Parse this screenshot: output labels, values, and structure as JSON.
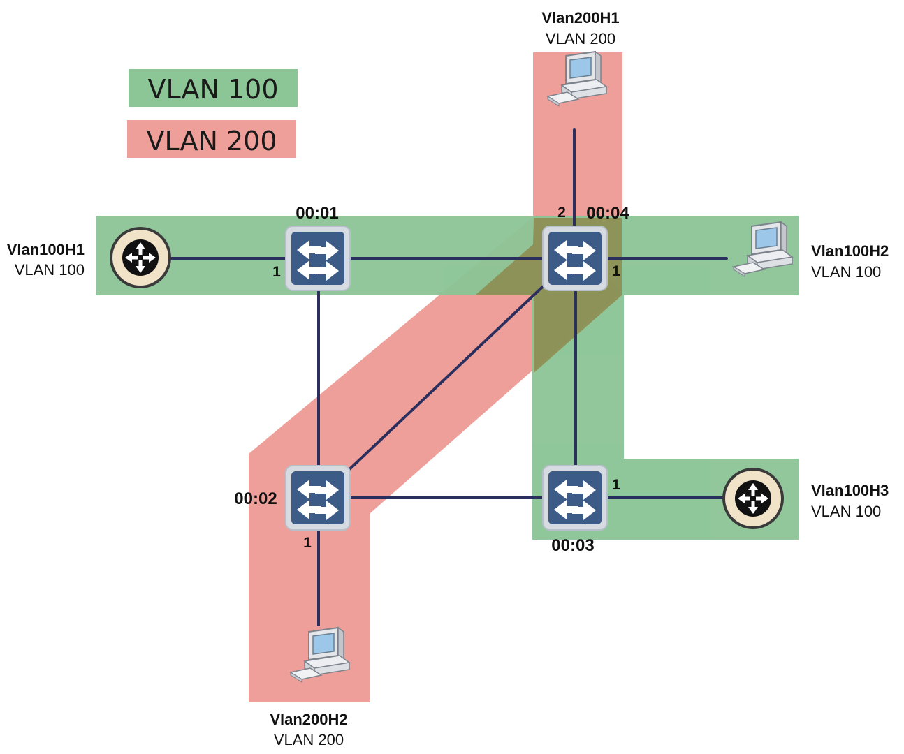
{
  "colors": {
    "vlan100": "#8cc596",
    "vlan200": "#ef9f99",
    "overlap": "#8d8a4e",
    "link": "#2b2f5e",
    "switch_body": "#3c5b87",
    "switch_frame": "#d6dbe2"
  },
  "legend": {
    "vlan100": "VLAN 100",
    "vlan200": "VLAN 200"
  },
  "hosts": {
    "vlan200h1": {
      "name": "Vlan200H1",
      "vlan": "VLAN 200",
      "icon": "computer-icon"
    },
    "vlan100h1": {
      "name": "Vlan100H1",
      "vlan": "VLAN 100",
      "icon": "router-icon"
    },
    "vlan100h2": {
      "name": "Vlan100H2",
      "vlan": "VLAN 100",
      "icon": "computer-icon"
    },
    "vlan100h3": {
      "name": "Vlan100H3",
      "vlan": "VLAN 100",
      "icon": "router-icon"
    },
    "vlan200h2": {
      "name": "Vlan200H2",
      "vlan": "VLAN 200",
      "icon": "computer-icon"
    }
  },
  "switches": {
    "s1": {
      "label": "00:01",
      "icon": "switch-icon"
    },
    "s2": {
      "label": "00:02",
      "icon": "switch-icon"
    },
    "s3": {
      "label": "00:03",
      "icon": "switch-icon"
    },
    "s4": {
      "label": "00:04",
      "icon": "switch-icon"
    }
  },
  "ports": {
    "s1_to_vlan100h1": "1",
    "s4_to_vlan200h1": "2",
    "s4_to_vlan100h2": "1",
    "s3_to_vlan100h3": "1",
    "s2_to_vlan200h2": "1"
  }
}
